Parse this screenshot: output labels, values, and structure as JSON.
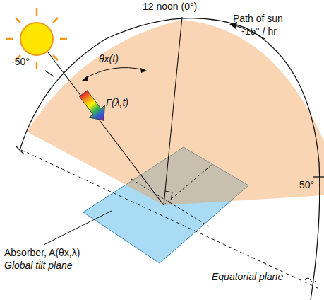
{
  "diagram": {
    "labels": [
      "12 noon (0°)",
      "Path of sun",
      "-15° / hr",
      "θx(t)",
      "Γ(λ,t)",
      "-50°",
      "50°",
      "Absorber, A(θx,λ)",
      "Global tilt plane",
      "Equatorial plane"
    ]
  }
}
